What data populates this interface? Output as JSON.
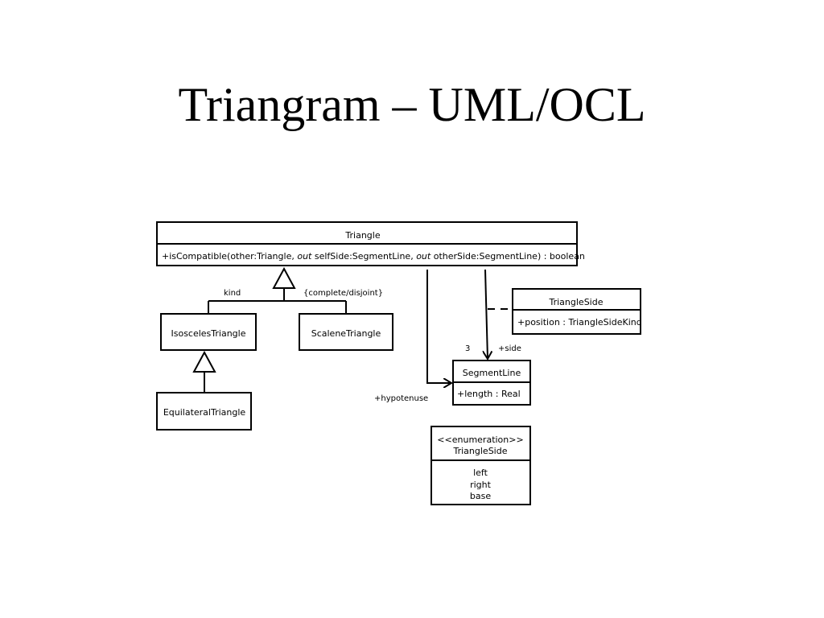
{
  "slide": {
    "title": "Triangram – UML/OCL"
  },
  "classes": {
    "triangle": {
      "name": "Triangle",
      "operation": {
        "part1": "+isCompatible(other:Triangle, ",
        "out1": "out",
        "part2": " selfSide:SegmentLine, ",
        "out2": "out",
        "part3": " otherSide:SegmentLine) : boolean"
      }
    },
    "isosceles": {
      "name": "IsoscelesTriangle"
    },
    "scalene": {
      "name": "ScaleneTriangle"
    },
    "equilateral": {
      "name": "EquilateralTriangle"
    },
    "triangle_side": {
      "name": "TriangleSide",
      "attribute": "+position : TriangleSideKind"
    },
    "segment_line": {
      "name": "SegmentLine",
      "attribute": "+length : Real"
    },
    "enumeration": {
      "stereotype": "<<enumeration>>",
      "name": "TriangleSide",
      "literals": [
        "left",
        "right",
        "base"
      ]
    }
  },
  "labels": {
    "kind": "kind",
    "constraint": "{complete/disjoint}",
    "multiplicity": "3",
    "side_role": "+side",
    "hypotenuse_role": "+hypotenuse"
  }
}
